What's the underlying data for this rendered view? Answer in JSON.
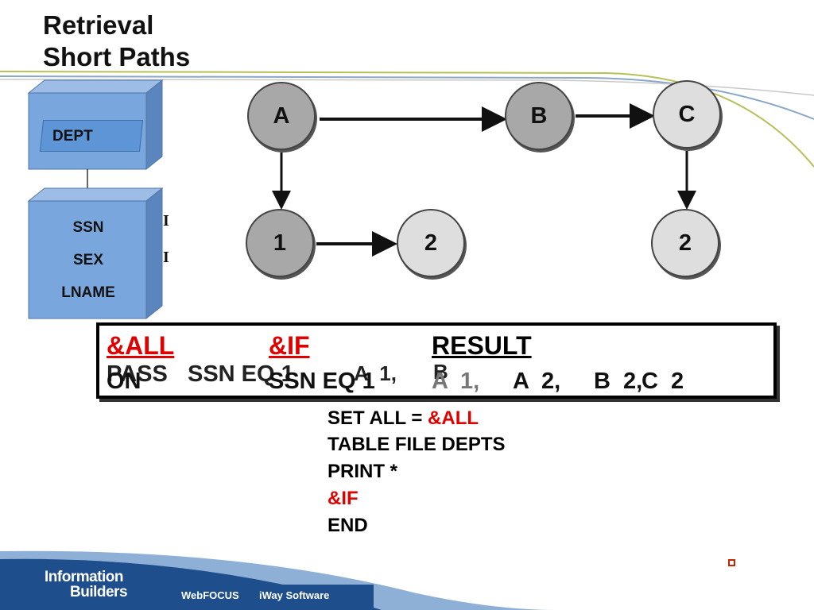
{
  "slide": {
    "title": "Retrieval\nShort Paths"
  },
  "segments": {
    "parent": {
      "name": "DEPT"
    },
    "child": {
      "fields": [
        "SSN",
        "SEX",
        "LNAME"
      ],
      "indicators": [
        "I",
        "I"
      ]
    }
  },
  "nodes": {
    "a": "A",
    "b": "B",
    "c": "C",
    "a1": "1",
    "a2": "2",
    "c2": "2"
  },
  "table": {
    "headers": {
      "all": "&ALL",
      "if": "&IF",
      "result": "RESULT"
    },
    "row_pass": {
      "all": "PASS",
      "if": "SSN EQ 1",
      "res1": "A  1,",
      "res2": "B"
    },
    "row_on": {
      "all": "ON",
      "if": "SSN EQ 1",
      "r_a1": "A  1,",
      "r_a2": "A  2,",
      "r_b2": "B  2,",
      "r_c2": "C  2"
    }
  },
  "code": {
    "line1_prefix": "SET ALL = ",
    "line1_var": "&ALL",
    "line2": "TABLE FILE DEPTS",
    "line3": "PRINT *",
    "line4": "&IF",
    "line5": "END"
  },
  "footer": {
    "logo_line1": "Information",
    "logo_line2": "Builders",
    "link1": "WebFOCUS",
    "link2": "iWay Software"
  },
  "colors": {
    "accent_red": "#e00000",
    "segment_blue": "#79a6dc",
    "footer_blue": "#1f4e8c"
  }
}
